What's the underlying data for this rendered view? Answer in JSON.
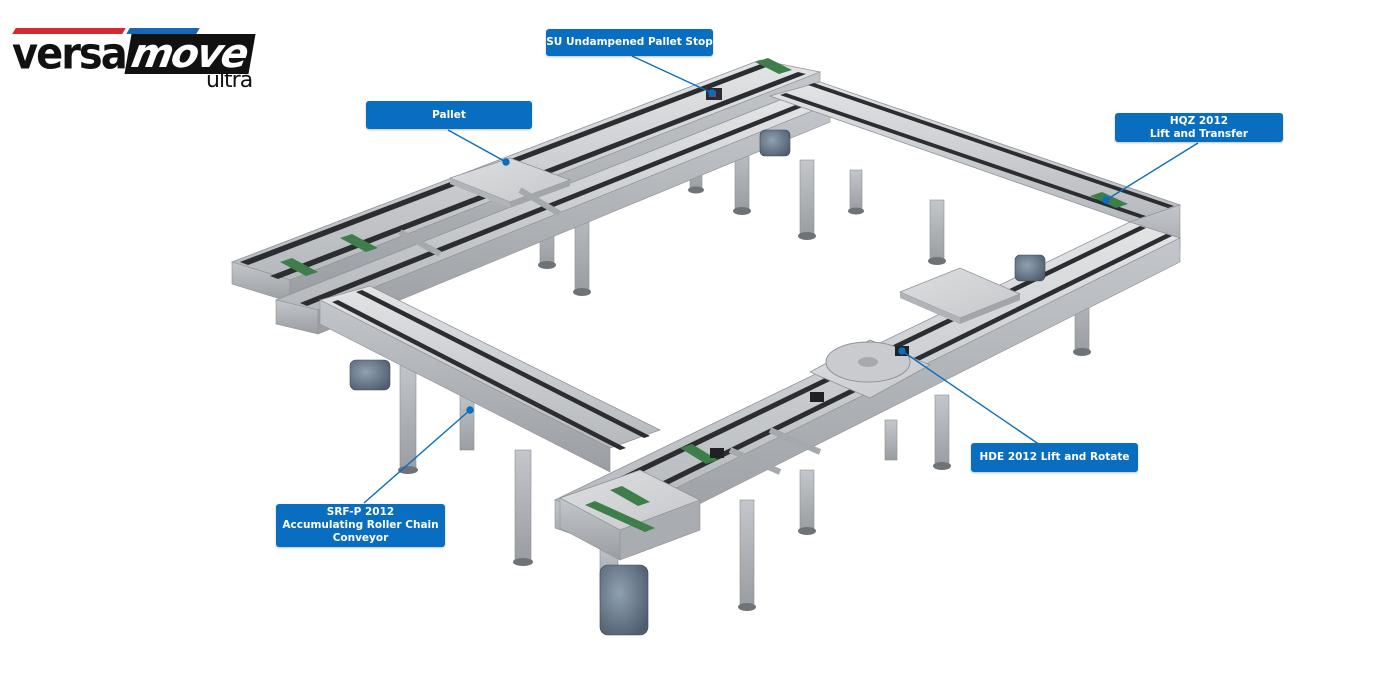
{
  "logo": {
    "main_prefix": "versa",
    "main_highlight": "move",
    "sub": "ultra",
    "colors": {
      "red": "#d7282f",
      "blue": "#1a66b3",
      "ink": "#111111"
    }
  },
  "callouts": {
    "stop": {
      "lines": [
        "SU Undampened Pallet Stop"
      ]
    },
    "pallet": {
      "lines": [
        "Pallet"
      ]
    },
    "lift_transfer": {
      "lines": [
        "HQZ 2012",
        "Lift and Transfer"
      ]
    },
    "lift_rotate": {
      "lines": [
        "HDE 2012 Lift and Rotate"
      ]
    },
    "chain_conveyor": {
      "lines": [
        "SRF-P 2012",
        "Accumulating Roller Chain",
        "Conveyor"
      ]
    }
  },
  "colors": {
    "callout_bg": "#0a6ec0",
    "frame_light": "#d7d9dc",
    "frame_mid": "#b9bcc0",
    "frame_dark": "#8c9095",
    "chain": "#2b2d30",
    "belt_green": "#3f7d4a",
    "leader": "#0a6ec0"
  }
}
